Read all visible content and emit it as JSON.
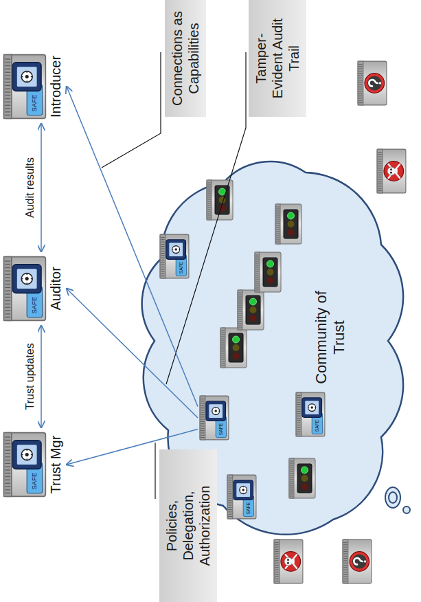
{
  "diagram": {
    "nodes": [
      {
        "text": [
          "SAFE",
          "Trust Mgr"
        ]
      },
      {
        "text": [
          "SAFE",
          "Auditor"
        ]
      },
      {
        "text": [
          "SAFE",
          "Introducer"
        ]
      },
      {
        "text": [
          "Policies, Delegation, Authorization"
        ]
      },
      {
        "text": [
          "Connections as Capabilities"
        ]
      },
      {
        "text": [
          "Tamper- Evident Audit Trail"
        ]
      },
      {
        "text": [
          "Community of Trust"
        ]
      },
      {
        "text": [
          "SAFE"
        ],
        "in": 6
      },
      {
        "text": [
          "SAFE"
        ],
        "in": 6
      },
      {
        "text": [
          "SAFE"
        ],
        "in": 6
      },
      {
        "text": [
          "SAFE"
        ],
        "in": 6
      }
    ],
    "edges": [
      {
        "from": 0,
        "to": 1,
        "label": "Trust updates",
        "arrow": "both"
      },
      {
        "from": 1,
        "to": 2,
        "label": "Audit results",
        "arrow": "both"
      },
      {
        "from": 8,
        "to": 0,
        "arrow": "to"
      },
      {
        "from": 8,
        "to": 1,
        "arrow": "to"
      },
      {
        "from": 8,
        "to": 2,
        "arrow": "to"
      }
    ]
  }
}
